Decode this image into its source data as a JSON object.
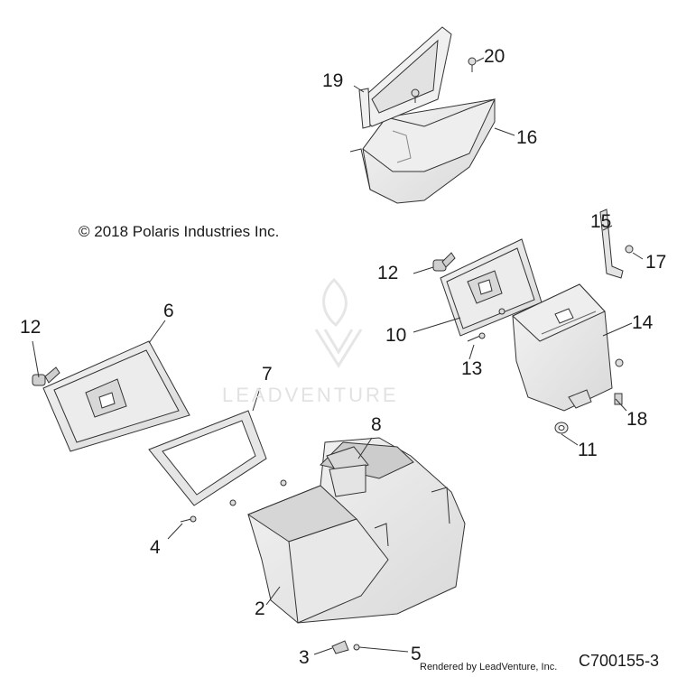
{
  "copyright": "© 2018 Polaris Industries Inc.",
  "watermark": "LEADVENTURE",
  "rendered_by": "Rendered by LeadVenture, Inc.",
  "doc_number": "C700155-3",
  "callouts": {
    "c2": "2",
    "c3": "3",
    "c4": "4",
    "c5": "5",
    "c6": "6",
    "c7": "7",
    "c8": "8",
    "c10": "10",
    "c11": "11",
    "c12a": "12",
    "c12b": "12",
    "c13": "13",
    "c14": "14",
    "c15": "15",
    "c16": "16",
    "c17": "17",
    "c18": "18",
    "c19": "19",
    "c20": "20"
  }
}
